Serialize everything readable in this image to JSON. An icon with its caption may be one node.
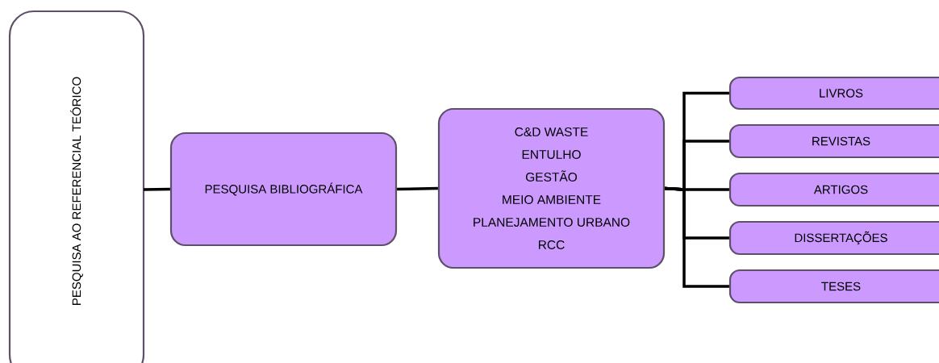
{
  "diagram": {
    "nodes": [
      {
        "text": [
          "PESQUISA AO REFERENCIAL TEÓRICO"
        ]
      },
      {
        "text": [
          "PESQUISA BIBLIOGRÁFICA"
        ]
      },
      {
        "text": [
          "C&D WASTE",
          "ENTULHO",
          "GESTÃO",
          "MEIO AMBIENTE",
          "PLANEJAMENTO URBANO",
          "RCC"
        ]
      },
      {
        "text": [
          "LIVROS"
        ]
      },
      {
        "text": [
          "REVISTAS"
        ]
      },
      {
        "text": [
          "ARTIGOS"
        ]
      },
      {
        "text": [
          "DISSERTAÇÕES"
        ]
      },
      {
        "text": [
          "TESES"
        ]
      }
    ],
    "edges": [
      {
        "from": 0,
        "to": 1,
        "arrow": "none"
      },
      {
        "from": 1,
        "to": 2,
        "arrow": "none"
      },
      {
        "from": 2,
        "to": 3,
        "arrow": "none"
      },
      {
        "from": 2,
        "to": 4,
        "arrow": "none"
      },
      {
        "from": 2,
        "to": 5,
        "arrow": "none"
      },
      {
        "from": 2,
        "to": 6,
        "arrow": "none"
      },
      {
        "from": 2,
        "to": 7,
        "arrow": "none"
      }
    ]
  }
}
